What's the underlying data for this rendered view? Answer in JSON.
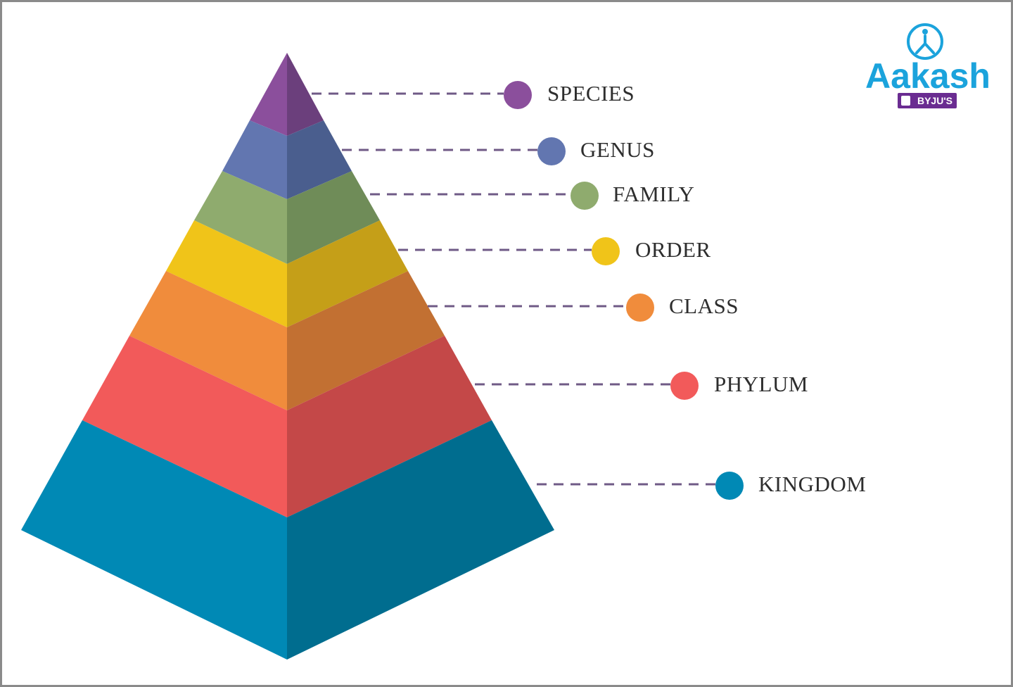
{
  "levels": [
    {
      "label": "SPECIES",
      "color_left": "#8b4f9c",
      "color_right": "#6b3f7c",
      "dot": "#8b4f9c"
    },
    {
      "label": "GENUS",
      "color_left": "#6276b0",
      "color_right": "#4a5e8e",
      "dot": "#6276b0"
    },
    {
      "label": "FAMILY",
      "color_left": "#8fab6e",
      "color_right": "#6f8c58",
      "dot": "#8fab6e"
    },
    {
      "label": "ORDER",
      "color_left": "#f0c419",
      "color_right": "#c59f18",
      "dot": "#f0c419"
    },
    {
      "label": "CLASS",
      "color_left": "#f08c3c",
      "color_right": "#c27032",
      "dot": "#f08c3c"
    },
    {
      "label": "PHYLUM",
      "color_left": "#f25a5a",
      "color_right": "#c44848",
      "dot": "#f25a5a"
    },
    {
      "label": "KINGDOM",
      "color_left": "#0089b5",
      "color_right": "#006d8f",
      "dot": "#0089b5"
    }
  ],
  "connector_color": "#6f5a86",
  "logo": {
    "brand": "Aakash",
    "sub": "BYJU'S",
    "brand_color": "#1ba3dc",
    "sub_color": "#6a2c91",
    "icon": "aakash-person-icon"
  }
}
